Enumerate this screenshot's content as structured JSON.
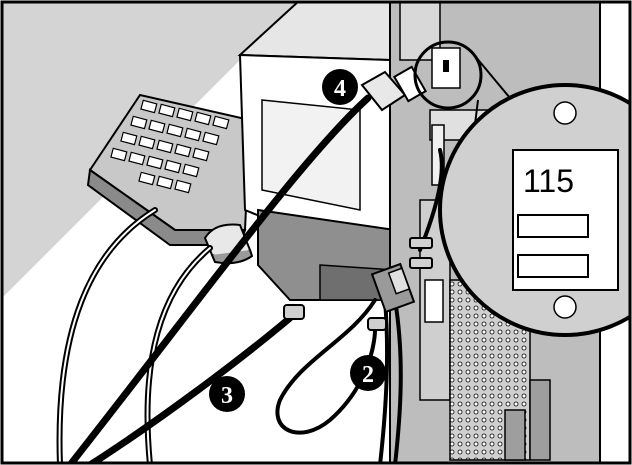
{
  "diagram": {
    "voltage_switch_label": "115",
    "callouts": [
      "4",
      "3",
      "2"
    ]
  },
  "colors": {
    "line": "#000000",
    "background": "#ffffff",
    "light_gray": "#d9d9d9",
    "mid_gray": "#b5b5b5",
    "dark_gray": "#7f7f7f"
  }
}
